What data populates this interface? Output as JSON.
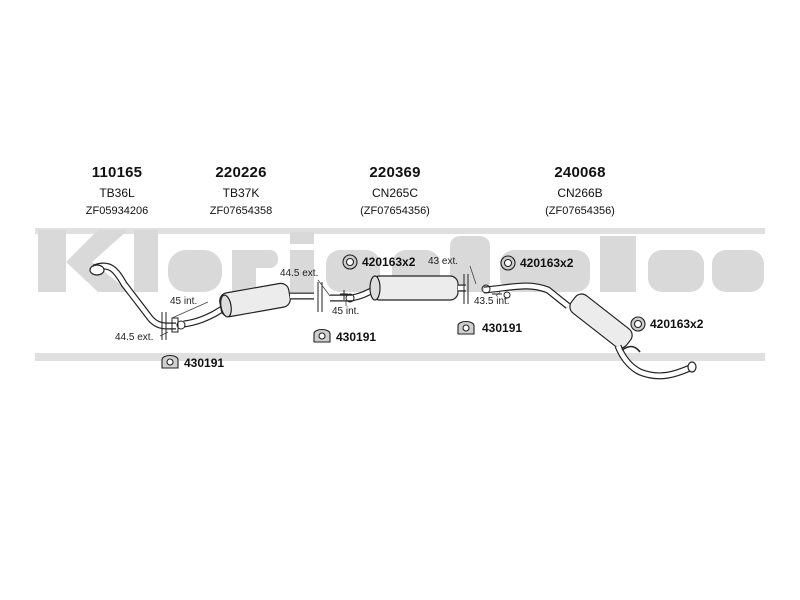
{
  "watermark": {
    "logo_text": "klarius",
    "color": "#d6d6d6"
  },
  "parts": [
    {
      "number": "110165",
      "code": "TB36L",
      "ref": "ZF05934206"
    },
    {
      "number": "220226",
      "code": "TB37K",
      "ref": "ZF07654358"
    },
    {
      "number": "220369",
      "code": "CN265C",
      "ref": "(ZF07654356)"
    },
    {
      "number": "240068",
      "code": "CN266B",
      "ref": "(ZF07654356)"
    }
  ],
  "dimensions": {
    "d1": "45 int.",
    "d2": "44.5 ext.",
    "d3": "44.5 ext.",
    "d4": "45 int.",
    "d5": "43 ext.",
    "d6": "43.5 int."
  },
  "accessories": {
    "a1": "430191",
    "a2": "420163x2",
    "a3": "430191",
    "a4": "420163x2",
    "a5": "430191",
    "a6": "420163x2"
  },
  "colors": {
    "line": "#222222",
    "pipe_fill": "#ffffff",
    "box_fill": "#e9e9e9"
  }
}
